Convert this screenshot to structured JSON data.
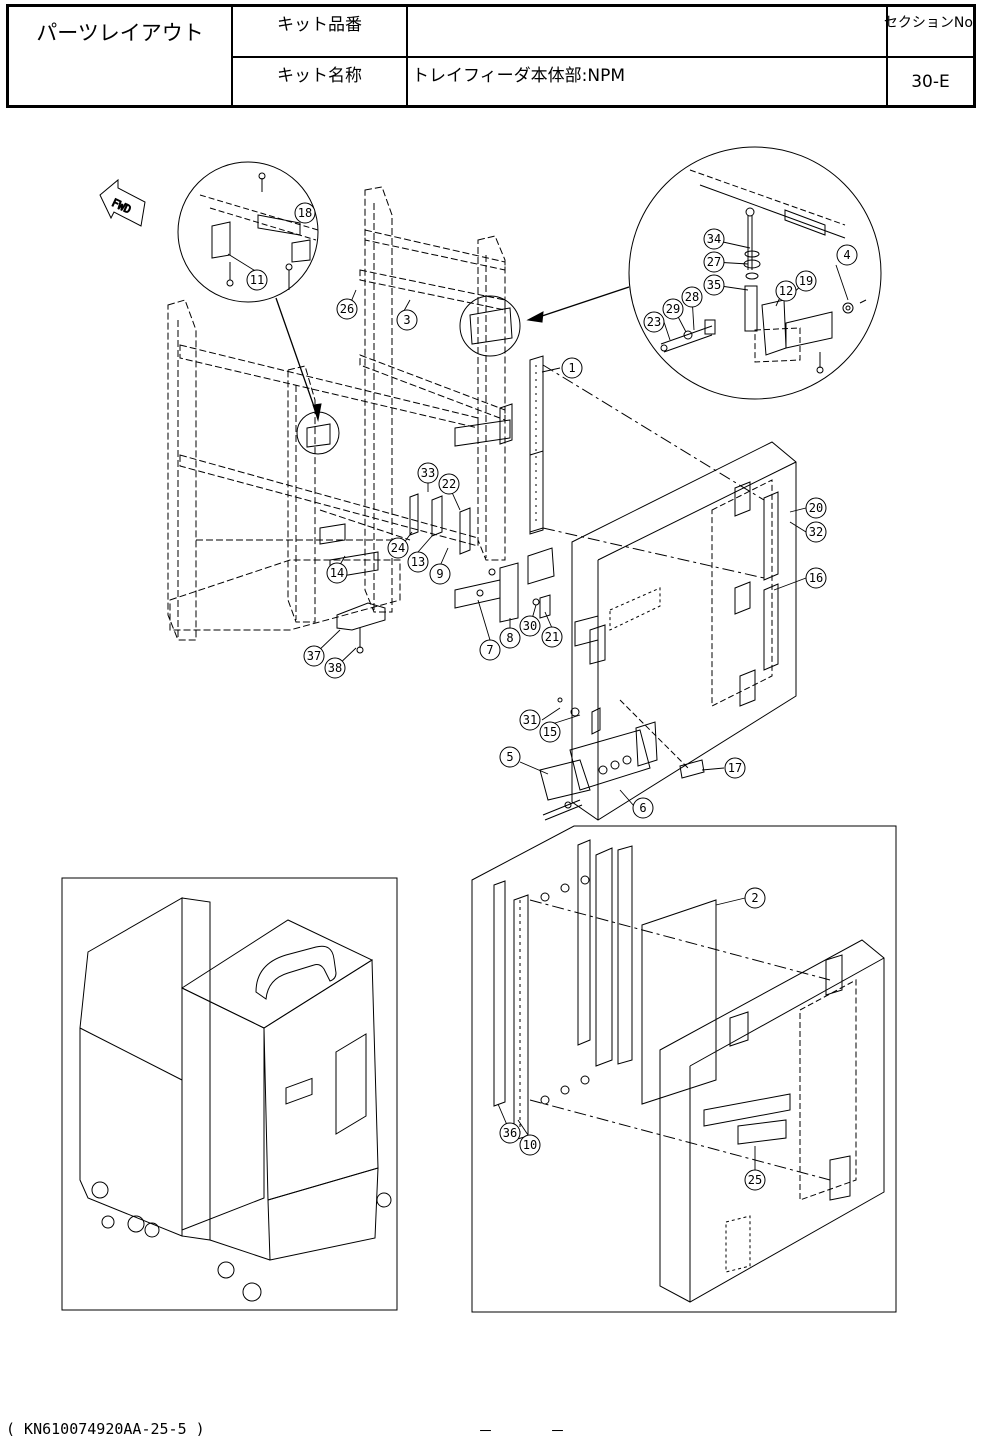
{
  "header": {
    "title": "パーツレイアウト",
    "kit_number_label": "キット品番",
    "kit_number_value": "",
    "kit_name_label": "キット名称",
    "kit_name_value": "トレイフィーダ本体部:NPM",
    "section_label": "セクションNo.",
    "section_value": "30-E"
  },
  "front_arrow_label": "FWD",
  "callouts": [
    "1",
    "2",
    "3",
    "4",
    "5",
    "6",
    "7",
    "8",
    "9",
    "10",
    "11",
    "12",
    "13",
    "14",
    "15",
    "16",
    "17",
    "18",
    "19",
    "20",
    "21",
    "22",
    "23",
    "24",
    "25",
    "26",
    "27",
    "28",
    "29",
    "30",
    "31",
    "32",
    "33",
    "34",
    "35",
    "36",
    "37",
    "38"
  ],
  "footer": {
    "doc_code": "( KN610074920AA-25-5 )",
    "page_marks": "－ －"
  }
}
